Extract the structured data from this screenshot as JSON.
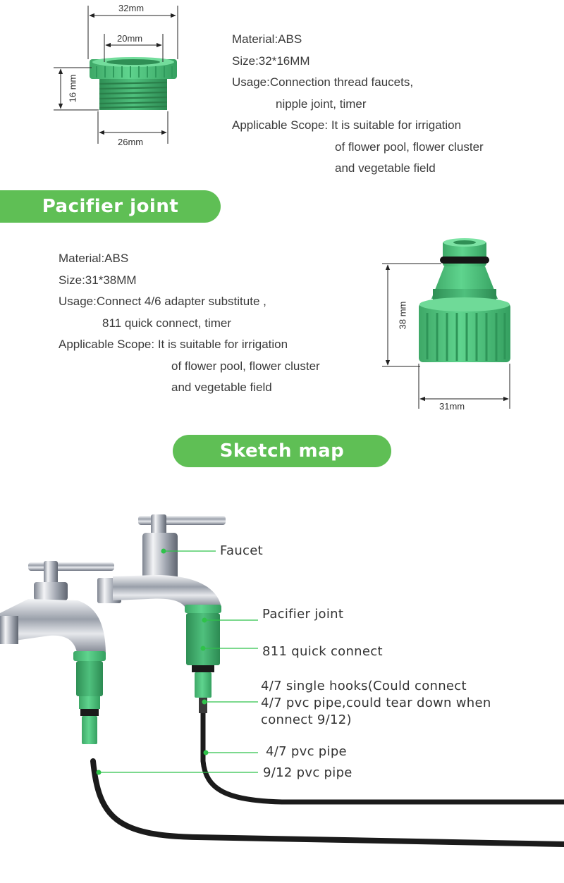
{
  "adapter": {
    "dims": {
      "top": "32mm",
      "inner": "20mm",
      "height": "16 mm",
      "bottom": "26mm"
    },
    "spec": {
      "material": "Material:ABS",
      "size": "Size:32*16MM",
      "usage_1": "Usage:Connection thread faucets,",
      "usage_2": "nipple joint, timer",
      "scope_1": "Applicable Scope: It is suitable for irrigation",
      "scope_2": "of flower pool, flower cluster",
      "scope_3": "and vegetable field"
    }
  },
  "pacifier": {
    "banner": "Pacifier joint",
    "dims": {
      "height": "38 mm",
      "width": "31mm"
    },
    "spec": {
      "material": "Material:ABS",
      "size": "Size:31*38MM",
      "usage_1": "Usage:Connect 4/6 adapter substitute ,",
      "usage_2": "811 quick connect, timer",
      "scope_1": "Applicable Scope: It is suitable for irrigation",
      "scope_2": "of flower pool, flower cluster",
      "scope_3": "and vegetable field"
    }
  },
  "sketch": {
    "banner": "Sketch map",
    "labels": {
      "faucet": "Faucet",
      "pacifier_joint": "Pacifier joint",
      "quick_connect": "811 quick connect",
      "hooks_1": "4/7 single hooks(Could connect",
      "hooks_2": "4/7 pvc pipe,could tear down when",
      "hooks_3": "connect 9/12)",
      "pvc_47": "4/7 pvc pipe",
      "pvc_912": "9/12 pvc pipe"
    }
  },
  "colors": {
    "brand_green": "#5fbf55",
    "part_green": "#4cc27a",
    "callout_green": "#2fc24a",
    "pipe": "#1b1b1b",
    "chrome": "#c9ccd2"
  }
}
